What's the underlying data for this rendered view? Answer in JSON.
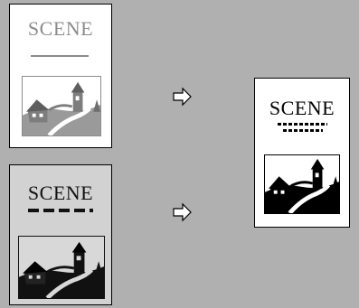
{
  "pages": {
    "light_original": {
      "title": "SCENE",
      "ink_color": "#8c8c8c",
      "background": "#ffffff"
    },
    "grey_original": {
      "title": "SCENE",
      "ink_color": "#111111",
      "background": "#d2d2d2"
    },
    "output": {
      "title": "SCENE",
      "ink_color": "#000000",
      "background": "#ffffff"
    }
  },
  "canvas_background": "#b0b0b0",
  "arrows": [
    {
      "icon": "right-arrow-icon"
    },
    {
      "icon": "right-arrow-icon"
    }
  ]
}
